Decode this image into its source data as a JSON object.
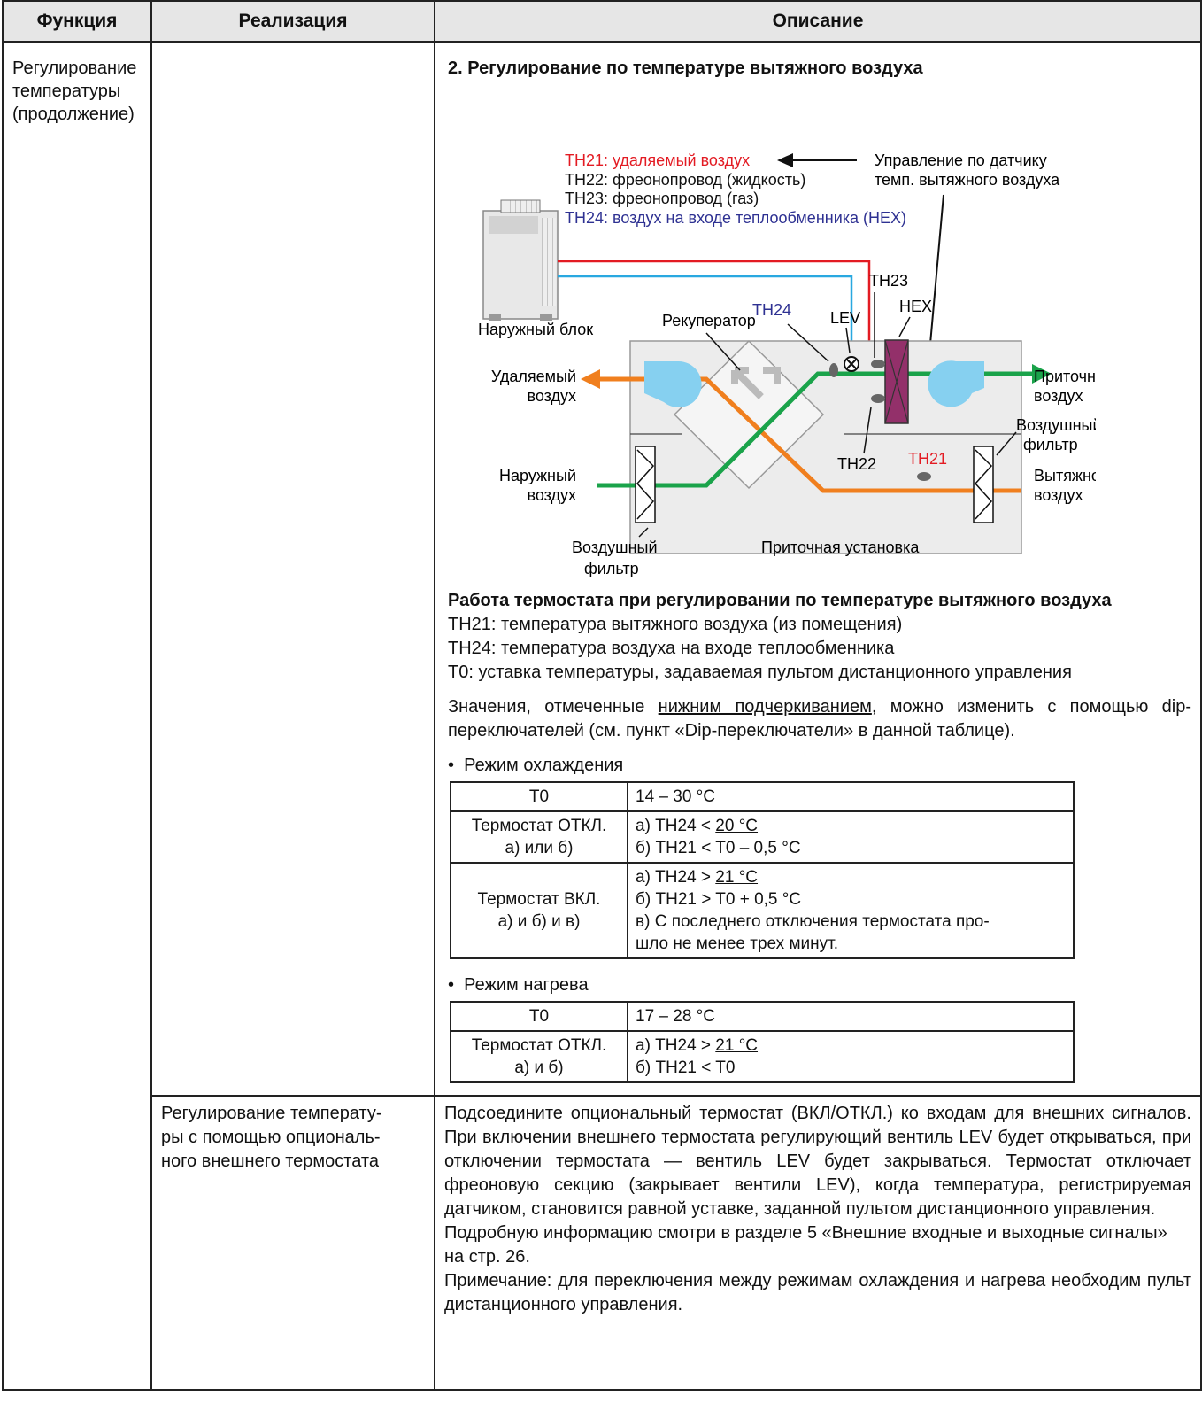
{
  "header": {
    "col1": "Функция",
    "col2": "Реализация",
    "col3": "Описание"
  },
  "row1": {
    "function": [
      "Регулирование",
      "температуры",
      "(продолжение)"
    ],
    "section_title": "2. Регулирование по температуре вытяжного воздуха",
    "diagram": {
      "legend_th21": "TH21: удаляемый воздух",
      "legend_th22": "TH22: фреонопровод (жидкость)",
      "legend_th23": "TH23: фреонопровод (газ)",
      "legend_th24": "TH24: воздух на входе теплообменника (HEX)",
      "control_label_1": "Управление по датчику",
      "control_label_2": "темп. вытяжного воздуха",
      "outdoor_unit": "Наружный блок",
      "recuperator": "Рекуператор",
      "th24": "TH24",
      "lev": "LEV",
      "th23": "TH23",
      "hex": "HEX",
      "exhaust_1": "Удаляемый",
      "exhaust_2": "воздух",
      "outside_1": "Наружный",
      "outside_2": "воздух",
      "supply_1": "Приточный",
      "supply_2": "воздух",
      "filter_r_1": "Воздушный",
      "filter_r_2": "фильтр",
      "extract_1": "Вытяжной",
      "extract_2": "воздух",
      "th22": "TH22",
      "th21": "TH21",
      "filter_b_1": "Воздушный",
      "filter_b_2": "фильтр",
      "ahu": "Приточная установка",
      "colors": {
        "red": "#e31b23",
        "blue": "#2e3192",
        "pipe_blue": "#29a8e0",
        "orange": "#f07f1e",
        "green": "#1aa34a",
        "hex": "#93306a",
        "fan": "#86d0f0"
      }
    },
    "thermo": {
      "heading": "Работа термостата при регулировании по температуре вытяжного воздуха",
      "line1": "TH21: температура вытяжного воздуха (из помещения)",
      "line2": "TH24: температура воздуха на входе теплообменника",
      "line3": "T0: уставка температуры, задаваемая пультом дистанционного управления",
      "note_before": "Значения, отмеченные ",
      "note_underlined": "нижним подчеркиванием",
      "note_after": ", можно изменить с помощью dip-переключателей (см. пункт «Dip-переключатели» в данной таблице).",
      "cooling": {
        "title": "Режим охлаждения",
        "t0_label": "T0",
        "t0_value": "14 – 30 °C",
        "off_label_1": "Термостат ОТКЛ.",
        "off_label_2": "а) или б)",
        "off_a_pre": "а) TH24 < ",
        "off_a_u": "20 °C",
        "off_b": "б) TH21 < T0 – 0,5 °C",
        "on_label_1": "Термостат ВКЛ.",
        "on_label_2": "а) и б) и в)",
        "on_a_pre": "а) TH24 > ",
        "on_a_u": "21 °C",
        "on_b": "б) TH21 > T0 + 0,5 °C",
        "on_c_1": "в) С последнего отключения термостата про-",
        "on_c_2": "шло не менее трех минут."
      },
      "heating": {
        "title": "Режим нагрева",
        "t0_label": "T0",
        "t0_value": "17 – 28 °C",
        "off_label_1": "Термостат ОТКЛ.",
        "off_label_2": "а) и б)",
        "off_a_pre": "а) TH24 > ",
        "off_a_u": "21 °C",
        "off_b": "б) TH21 < T0"
      }
    }
  },
  "row2": {
    "implementation": [
      "Регулирование температу-",
      "ры с помощью опциональ-",
      "ного внешнего термостата"
    ],
    "p1": "Подсоедините опциональный термостат (ВКЛ/ОТКЛ.) ко входам для внешних сигналов. При включении внешнего термостата регулирующий вентиль LEV будет открываться, при отключении термостата — вентиль LEV будет закрываться. Термостат отключает фреоновую секцию (закрывает вентили LEV), когда температура, регистрируемая датчиком, становится равной уставке, заданной пультом дистанционного управления.",
    "p2": "Подробную информацию смотри в разделе 5 «Внешние входные и выходные сигналы» на стр. 26.",
    "p3": "Примечание: для переключения между режимам охлаждения и нагрева необходим пульт дистанционного управления."
  }
}
